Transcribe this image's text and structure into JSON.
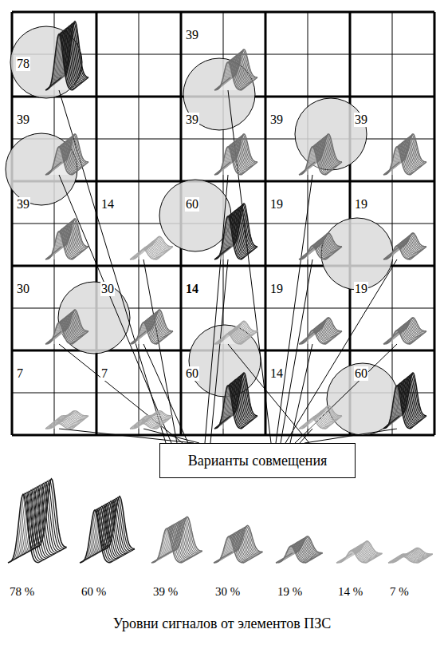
{
  "diagram": {
    "caption": "Уровни сигналов от элементов ПЗС",
    "nodes": [
      {
        "text": [
          "Варианты совмещения"
        ]
      }
    ],
    "labels": [
      "78",
      "39",
      "39",
      "39",
      "39",
      "39",
      "39",
      "14",
      "60",
      "19",
      "19",
      "30",
      "30",
      "14",
      "19",
      "19",
      "7",
      "7",
      "60",
      "14",
      "60"
    ],
    "legend": [
      {
        "text": "78 %"
      },
      {
        "text": "60 %"
      },
      {
        "text": "39 %"
      },
      {
        "text": "30 %"
      },
      {
        "text": "19 %"
      },
      {
        "text": "14 %"
      },
      {
        "text": "7 %"
      }
    ]
  }
}
